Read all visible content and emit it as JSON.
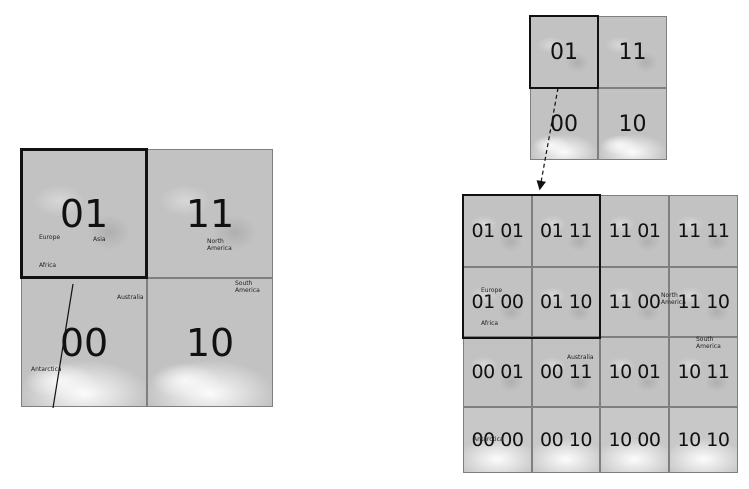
{
  "left_grid": {
    "tiles": [
      {
        "code": "01",
        "style": ""
      },
      {
        "code": "11",
        "style": ""
      },
      {
        "code": "00",
        "style": "ice"
      },
      {
        "code": "10",
        "style": "ice"
      }
    ],
    "highlighted": "01",
    "labels": [
      "Europe",
      "Asia",
      "Africa",
      "North America",
      "South America",
      "Australia",
      "Antarctica"
    ]
  },
  "top_right_grid": {
    "tiles": [
      {
        "code": "01",
        "style": ""
      },
      {
        "code": "11",
        "style": ""
      },
      {
        "code": "00",
        "style": "ice"
      },
      {
        "code": "10",
        "style": "ice"
      }
    ],
    "highlighted": "01"
  },
  "bottom_right_grid": {
    "tiles": [
      {
        "code": "01 01",
        "style": ""
      },
      {
        "code": "01 11",
        "style": ""
      },
      {
        "code": "11 01",
        "style": ""
      },
      {
        "code": "11 11",
        "style": ""
      },
      {
        "code": "01 00",
        "style": ""
      },
      {
        "code": "01 10",
        "style": ""
      },
      {
        "code": "11 00",
        "style": ""
      },
      {
        "code": "11 10",
        "style": ""
      },
      {
        "code": "00 01",
        "style": ""
      },
      {
        "code": "00 11",
        "style": ""
      },
      {
        "code": "10 01",
        "style": ""
      },
      {
        "code": "10 11",
        "style": ""
      },
      {
        "code": "00 00",
        "style": "ice-bottom"
      },
      {
        "code": "00 10",
        "style": "ice-bottom"
      },
      {
        "code": "10 00",
        "style": "ice-bottom"
      },
      {
        "code": "10 10",
        "style": "ice-bottom"
      }
    ],
    "highlighted_block": [
      "01 01",
      "01 11",
      "01 00",
      "01 10"
    ],
    "labels": [
      "Europe",
      "Africa",
      "Australia",
      "North America",
      "South America",
      "Antarctica"
    ]
  }
}
